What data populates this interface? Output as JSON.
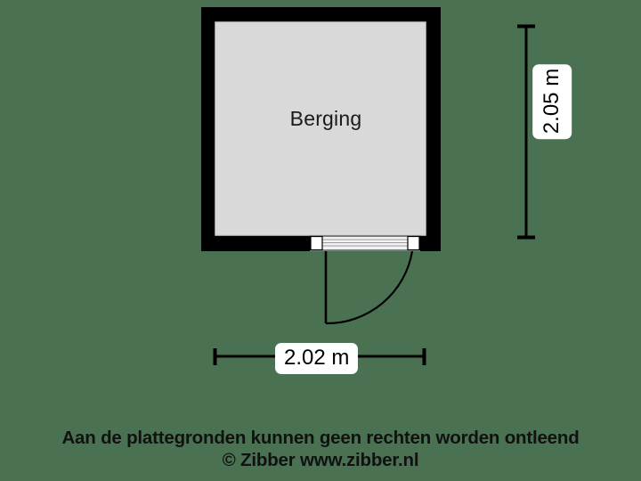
{
  "plan": {
    "background_color": "#4a7252",
    "wall_color": "#000000",
    "floor_color": "#d9d9d9",
    "room": {
      "name": "Berging",
      "label": "Berging"
    },
    "door": {
      "name": "swing-door",
      "leaf_color": "#ffffff",
      "frame_color": "#000000"
    }
  },
  "dimensions": {
    "width": {
      "value": "2.02 m",
      "orientation": "horizontal"
    },
    "height": {
      "value": "2.05 m",
      "orientation": "vertical"
    }
  },
  "footer": {
    "disclaimer": "Aan de plattegronden kunnen geen rechten worden ontleend",
    "copyright": "© Zibber www.zibber.nl"
  }
}
